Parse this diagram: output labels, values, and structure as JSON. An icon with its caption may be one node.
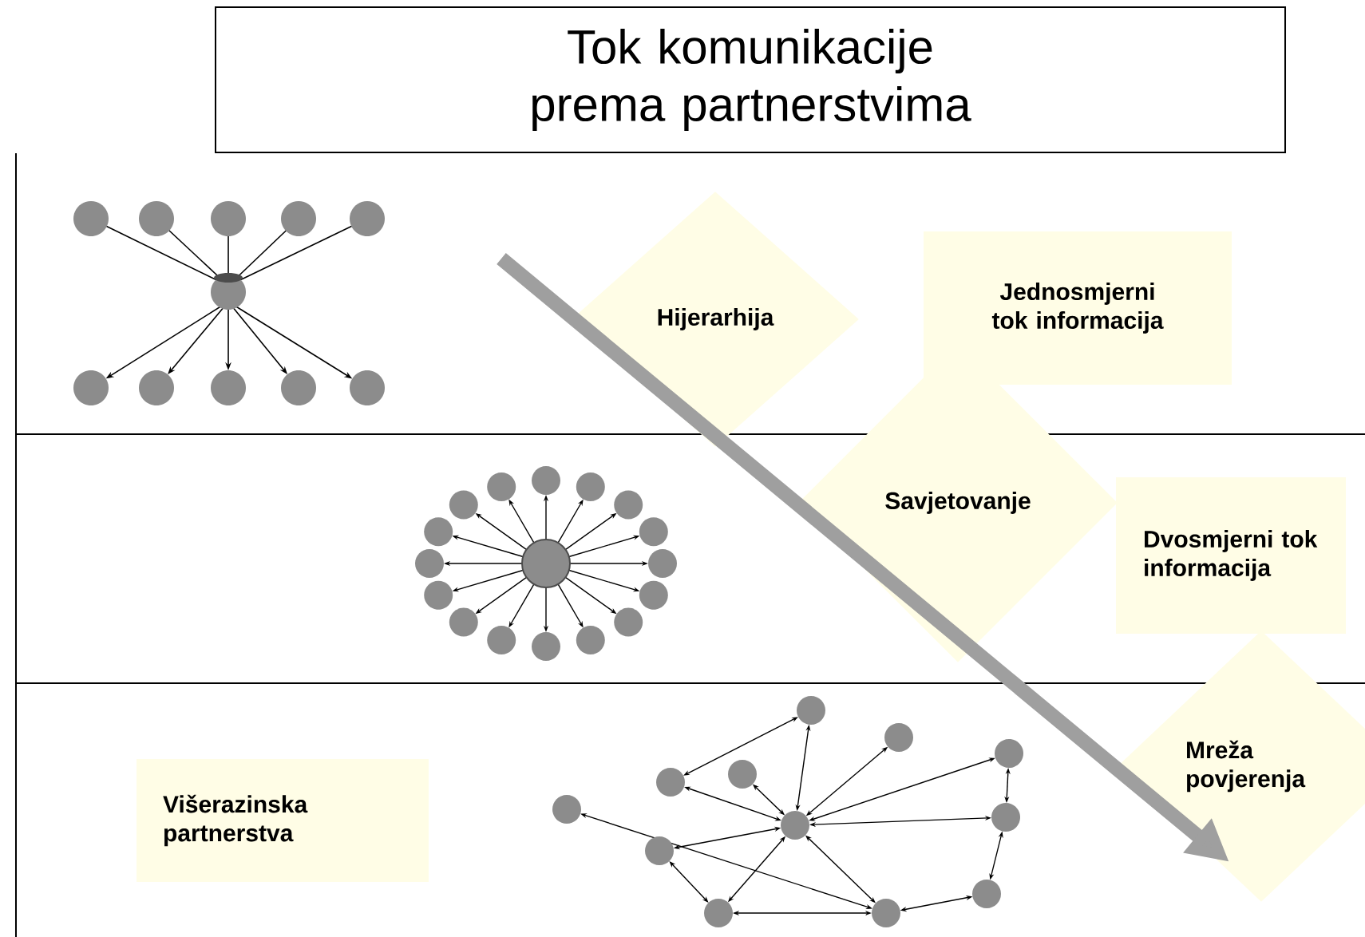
{
  "diagram": {
    "nodes": [
      {
        "text": [
          "Tok komunikacije prema partnerstvima"
        ]
      },
      {
        "text": [
          "Hijerarhija"
        ]
      },
      {
        "text": [
          "Jednosmjerni tok informacija"
        ]
      },
      {
        "text": [
          "Savjetovanje"
        ]
      },
      {
        "text": [
          "Dvosmjerni tok informacija"
        ]
      },
      {
        "text": [
          "Mreža povjerenja"
        ]
      },
      {
        "text": [
          "Višerazinska partnerstva"
        ]
      }
    ]
  }
}
